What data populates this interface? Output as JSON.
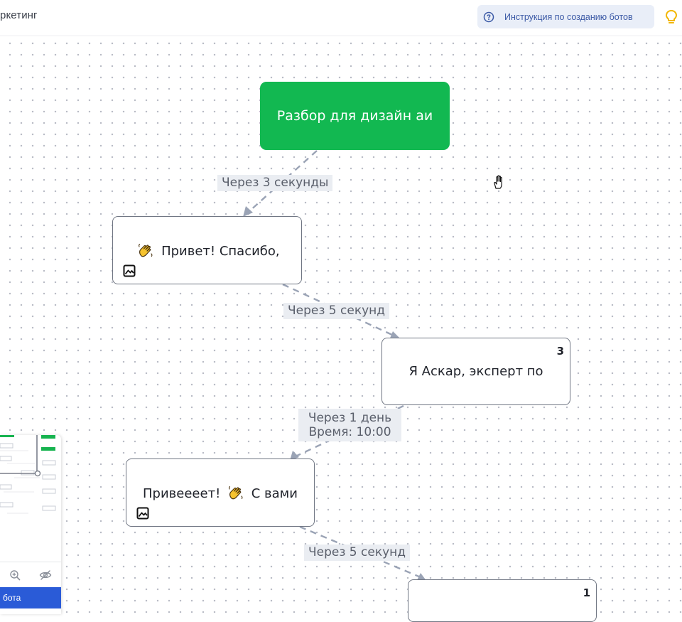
{
  "header": {
    "title": "ркетинг",
    "help_button_label": "Инструкция по созданию ботов"
  },
  "colors": {
    "start_node": "#12b851",
    "help_button_bg": "#e9eef8",
    "help_button_text": "#3c5aa6",
    "minimap_button": "#2a5bd7",
    "edge": "#9aa3b5"
  },
  "icons": {
    "help": "question-circle-icon",
    "hint": "lightbulb-icon",
    "media": "image-icon",
    "cursor": "hand-grab-cursor-icon",
    "zoom": "zoom-in-icon",
    "hide": "eye-off-icon"
  },
  "flow": {
    "start_node": {
      "label": "Разбор для дизайн аи"
    },
    "nodes": [
      {
        "text_before": "",
        "emoji": "waving-hand-emoji",
        "text_after": "Привет! Спасибо,",
        "badge": "",
        "has_media": true
      },
      {
        "text_before": "Я Аскар, эксперт по",
        "emoji": "",
        "text_after": "",
        "badge": "3",
        "has_media": false
      },
      {
        "text_before": "Привеееет!",
        "emoji": "waving-hand-emoji",
        "text_after": "С вами",
        "badge": "",
        "has_media": true
      },
      {
        "text_before": "",
        "emoji": "",
        "text_after": "",
        "badge": "1",
        "has_media": false
      }
    ],
    "edges": [
      {
        "line1": "Через 3 секунды",
        "line2": ""
      },
      {
        "line1": "Через 5 секунд",
        "line2": ""
      },
      {
        "line1": "Через 1 день",
        "line2": "Время: 10:00"
      },
      {
        "line1": "Через 5 секунд",
        "line2": ""
      }
    ]
  },
  "minimap": {
    "action_label": "бота"
  }
}
